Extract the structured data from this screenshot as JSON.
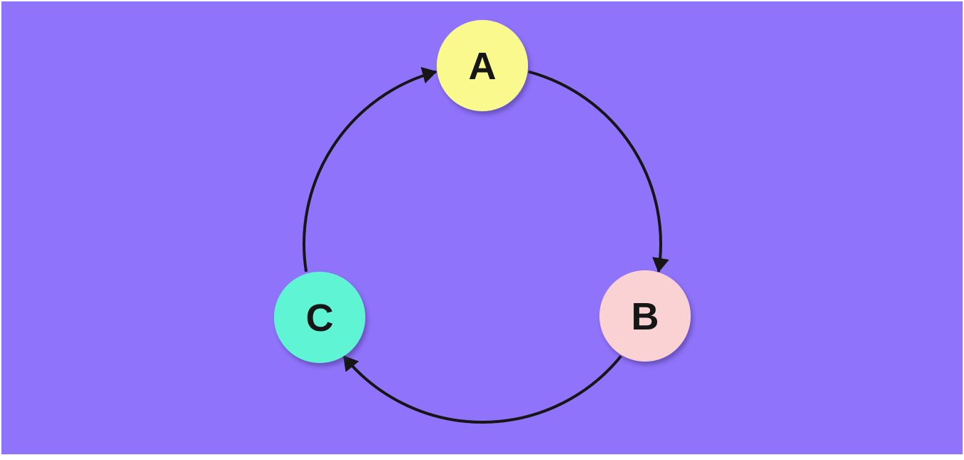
{
  "diagram": {
    "type": "cycle",
    "background_color": "#8F73FA",
    "page_border_color": "#FFFFFF",
    "stroke_color": "#161616",
    "nodes": [
      {
        "id": "A",
        "label": "A",
        "color": "#FAF98E"
      },
      {
        "id": "B",
        "label": "B",
        "color": "#FBD2D3"
      },
      {
        "id": "C",
        "label": "C",
        "color": "#5EF5D4"
      }
    ],
    "edges": [
      {
        "from": "A",
        "to": "B",
        "direction": "clockwise"
      },
      {
        "from": "B",
        "to": "C",
        "direction": "clockwise"
      },
      {
        "from": "C",
        "to": "A",
        "direction": "clockwise"
      }
    ]
  }
}
